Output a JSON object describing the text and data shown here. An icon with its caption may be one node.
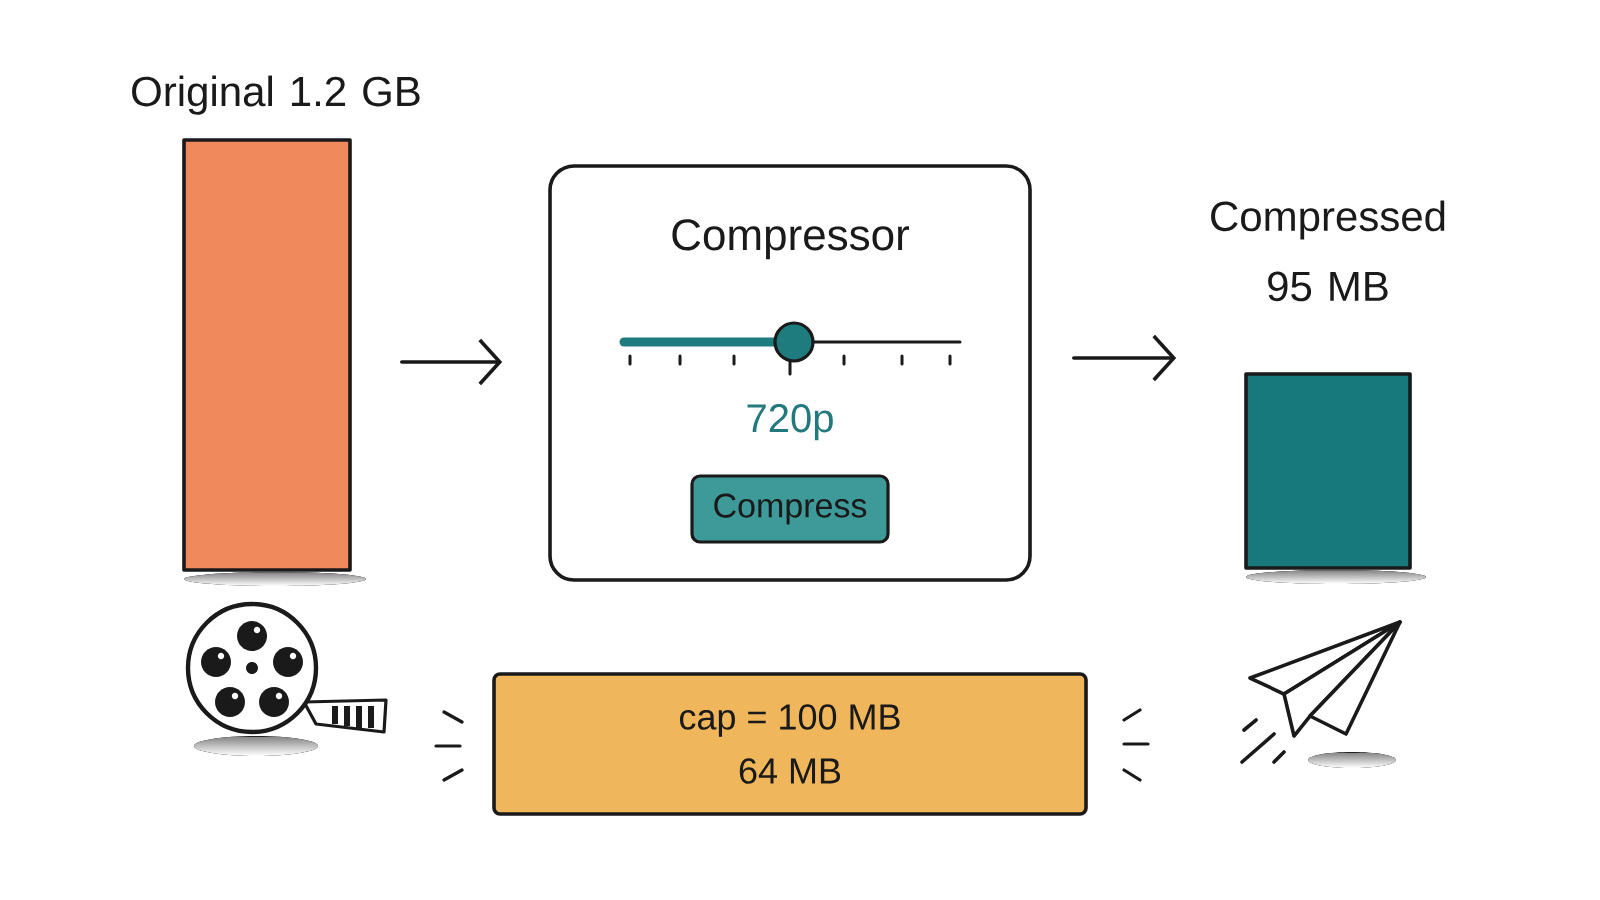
{
  "diagram": {
    "nodes": [
      {
        "text": [
          "Original 1.2 GB"
        ]
      },
      {
        "text": [
          "Compressor",
          "720p"
        ]
      },
      {
        "text": [
          "Compress"
        ],
        "in": 1
      },
      {
        "text": [
          "Compressed 95 MB"
        ]
      },
      {
        "text": [
          "cap = 100 MB",
          "64 MB"
        ]
      }
    ],
    "edges": [
      {
        "from": 0,
        "to": 1,
        "arrow": "to"
      },
      {
        "from": 1,
        "to": 3,
        "arrow": "to"
      }
    ]
  }
}
